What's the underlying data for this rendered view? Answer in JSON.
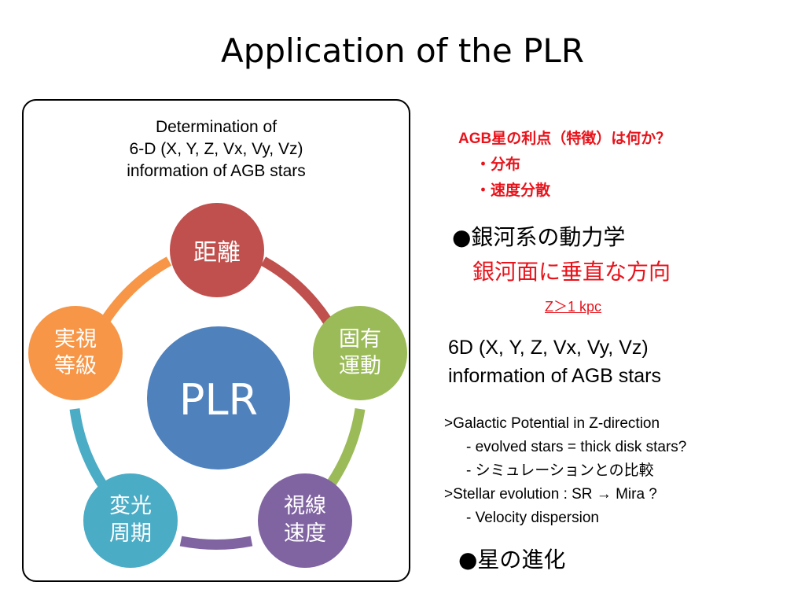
{
  "slide": {
    "title": "Application of the PLR"
  },
  "left_panel": {
    "caption_lines": [
      "Determination of",
      "6-D (X, Y, Z, Vx, Vy, Vz)",
      "information of AGB stars"
    ],
    "center_label": "PLR",
    "nodes": [
      {
        "line1": "距離",
        "line2": ""
      },
      {
        "line1": "固有",
        "line2": "運動"
      },
      {
        "line1": "視線",
        "line2": "速度"
      },
      {
        "line1": "変光",
        "line2": "周期"
      },
      {
        "line1": "実視",
        "line2": "等級"
      }
    ]
  },
  "right_panel": {
    "advantages": {
      "question": "AGB星の利点（特徴）は何か？",
      "items": [
        "・分布",
        "・速度分散"
      ]
    },
    "dynamics": {
      "heading": "●銀河系の動力学",
      "subheading": "銀河面に垂直な方向",
      "link": "Z＞1 kpc"
    },
    "six_d": {
      "line1": "6D (X, Y, Z, Vx, Vy, Vz)",
      "line2": "information of AGB stars"
    },
    "notes": [
      ">Galactic Potential in Z-direction",
      "- evolved stars = thick disk stars?",
      "- シミュレーションとの比較",
      ">Stellar evolution : SR → Mira ?",
      "- Velocity dispersion"
    ],
    "evolution": "●星の進化"
  },
  "colors": {
    "accent_red": "#e8131b",
    "center": "#4f81bd",
    "node_top": "#c0504d",
    "node_right": "#9bbb59",
    "node_lower_right": "#8064a2",
    "node_lower_left": "#4bacc6",
    "node_left": "#f79646"
  }
}
